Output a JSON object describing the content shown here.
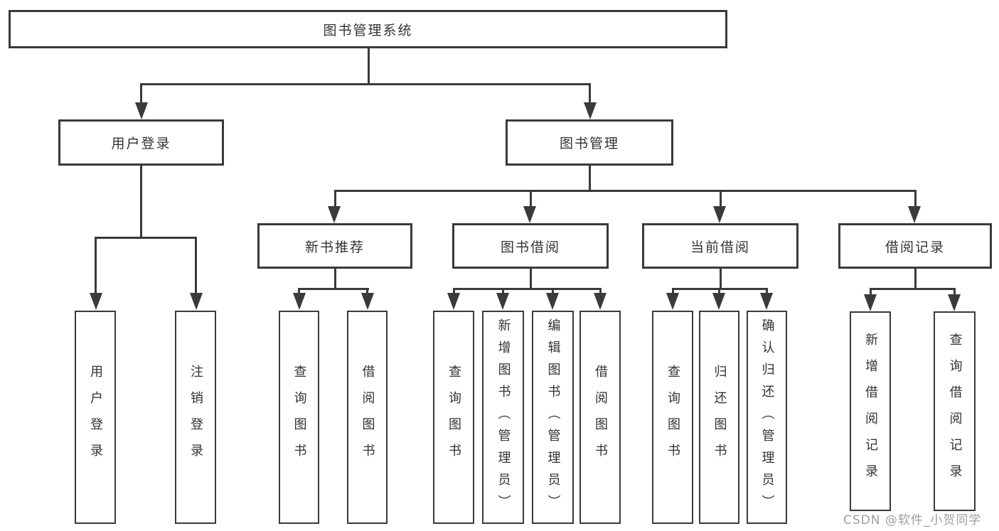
{
  "tree": {
    "label": "图书管理系统",
    "children": [
      {
        "label": "用户登录",
        "children": [
          {
            "label": "用户登录"
          },
          {
            "label": "注销登录"
          }
        ]
      },
      {
        "label": "图书管理",
        "children": [
          {
            "label": "新书推荐",
            "children": [
              {
                "label": "查询图书"
              },
              {
                "label": "借阅图书"
              }
            ]
          },
          {
            "label": "图书借阅",
            "children": [
              {
                "label": "查询图书"
              },
              {
                "label": "新增图书（管理员）"
              },
              {
                "label": "编辑图书（管理员）"
              },
              {
                "label": "借阅图书"
              }
            ]
          },
          {
            "label": "当前借阅",
            "children": [
              {
                "label": "查询图书"
              },
              {
                "label": "归还图书"
              },
              {
                "label": "确认归还（管理员）"
              }
            ]
          },
          {
            "label": "借阅记录",
            "children": [
              {
                "label": "新增借阅记录"
              },
              {
                "label": "查询借阅记录"
              }
            ]
          }
        ]
      }
    ]
  },
  "watermark": {
    "text": "CSDN @软件_小贺同学"
  },
  "colors": {
    "line": "#3a3a3a",
    "text": "#333333",
    "watermark_text": "#9e9e9e",
    "background": "#ffffff"
  }
}
